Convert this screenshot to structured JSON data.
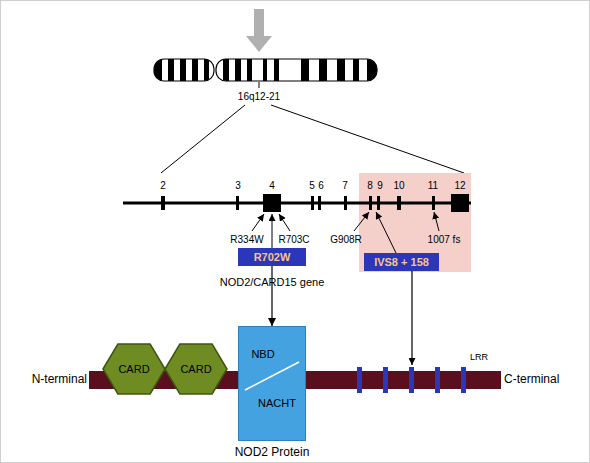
{
  "diagram": {
    "nodes": [
      {
        "text": [
          "R702W"
        ]
      },
      {
        "text": [
          "IVS8 + 158"
        ]
      },
      {
        "text": [
          "CARD"
        ]
      },
      {
        "text": [
          "CARD"
        ]
      },
      {
        "text": [
          "NBD",
          "NACHT"
        ]
      }
    ],
    "edges": [
      {
        "from": 0,
        "to": 4,
        "arrow": "to"
      }
    ],
    "labels": [
      "16q12-21",
      "2",
      "3",
      "4",
      "5",
      "6",
      "7",
      "8",
      "9",
      "10",
      "11",
      "12",
      "R334W",
      "R703C",
      "G908R",
      "1007 fs",
      "NOD2/CARD15 gene",
      "N-terminal",
      "LRR",
      "C-terminal",
      "NOD2 Protein"
    ]
  }
}
